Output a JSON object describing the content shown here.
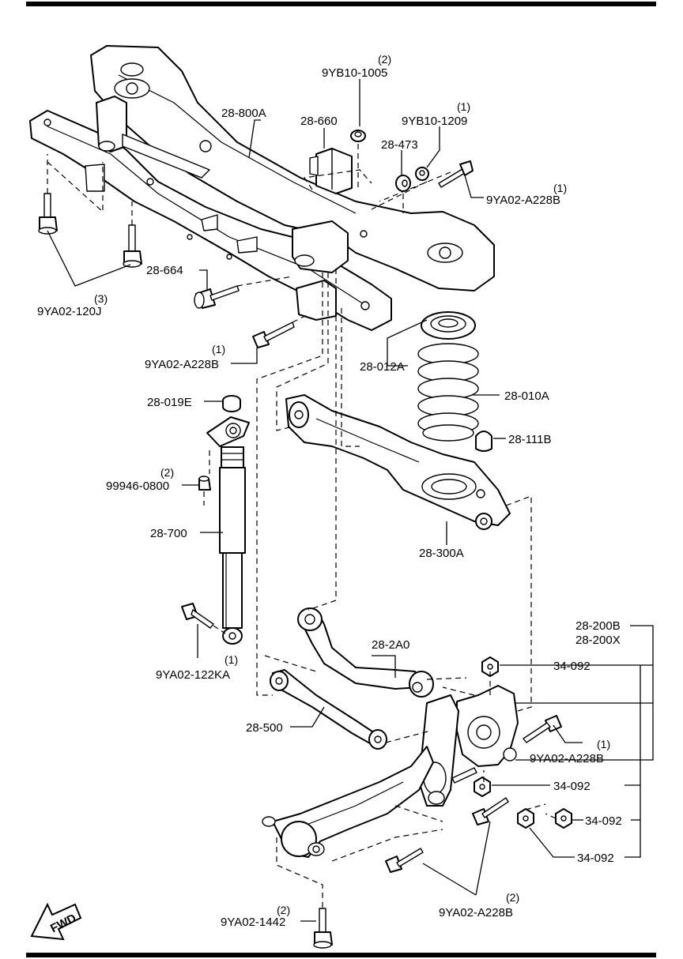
{
  "labels": {
    "crossmember": "28-800A",
    "bracket": "28-660",
    "nut_9yb10_1005": "9YB10-1005",
    "nut_9yb10_1005_qty": "(2)",
    "washer_28_473": "28-473",
    "nut_9yb10_1209": "9YB10-1209",
    "nut_9yb10_1209_qty": "(1)",
    "bolt_upper_right": "9YA02-A228B",
    "bolt_upper_right_qty": "(1)",
    "bolt_left_front": "9YA02-120J",
    "bolt_left_front_qty": "(3)",
    "bolt_28_664": "28-664",
    "bolt_mid_left": "9YA02-A228B",
    "bolt_mid_left_qty": "(1)",
    "spring_seat": "28-012A",
    "coil_spring": "28-010A",
    "bump_stop": "28-111B",
    "shock_bushing": "28-019E",
    "shock_nut": "99946-0800",
    "shock_nut_qty": "(2)",
    "shock_absorber": "28-700",
    "lower_arm": "28-300A",
    "shock_bolt": "9YA02-122KA",
    "shock_bolt_qty": "(1)",
    "knuckle_l": "28-200B",
    "knuckle_r": "28-200X",
    "upper_arm": "28-2A0",
    "nut_34_092_a": "34-092",
    "link_28_500": "28-500",
    "bolt_knuckle": "9YA02-A228B",
    "bolt_knuckle_qty": "(1)",
    "nut_34_092_b": "34-092",
    "nut_34_092_c": "34-092",
    "nut_34_092_d": "34-092",
    "bolt_trailing": "9YA02-1442",
    "bolt_trailing_qty": "(2)",
    "bolt_bottom": "9YA02-A228B",
    "bolt_bottom_qty": "(2)",
    "fwd": "FWD"
  }
}
